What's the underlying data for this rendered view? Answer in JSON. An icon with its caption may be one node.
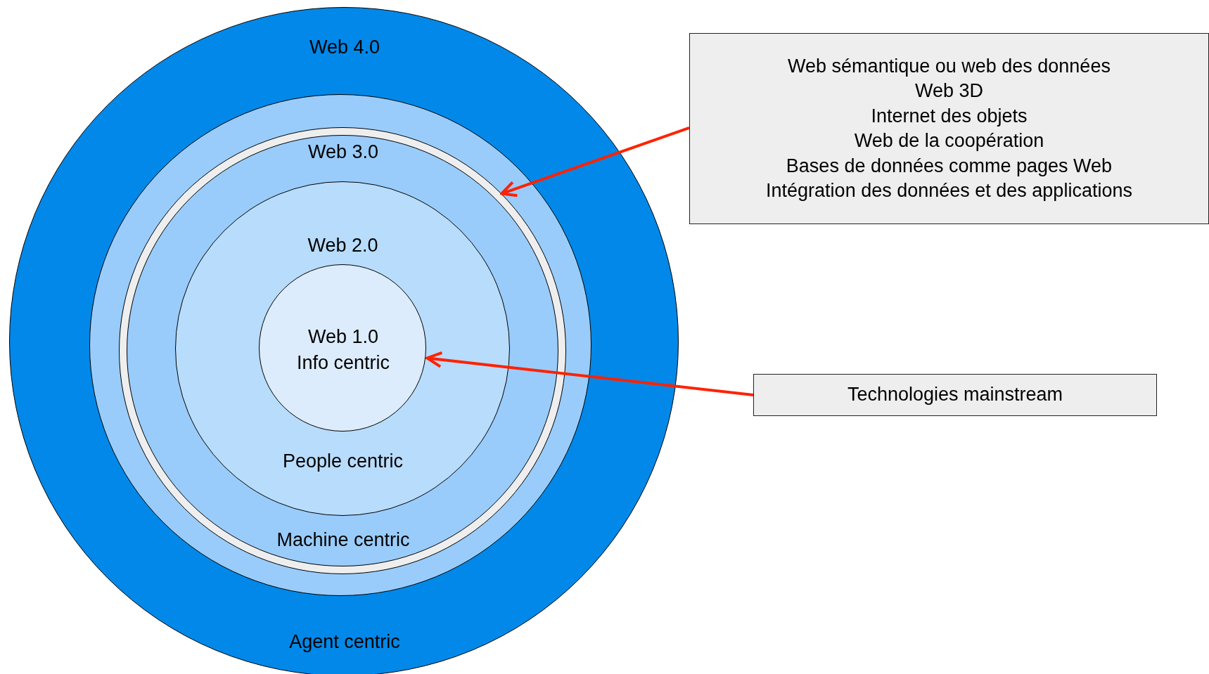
{
  "diagram": {
    "nodes": [
      {
        "text": [
          "Web 4.0",
          "Agent centric"
        ]
      },
      {
        "text": [],
        "shape": "circle",
        "in": 0
      },
      {
        "text": [
          "Web 3.0",
          "Machine centric"
        ],
        "in": 1
      },
      {
        "text": [
          "Web 2.0",
          "People centric"
        ],
        "in": 2
      },
      {
        "text": [
          "Web 1.0",
          "Info centric"
        ],
        "in": 3
      },
      {
        "text": [
          "Web sémantique ou web des données",
          "Web 3D",
          "Internet des objets",
          "Web de la coopération",
          "Bases de données comme pages Web",
          "Intégration des données et des applications"
        ]
      },
      {
        "text": [
          "Technologies mainstream"
        ]
      }
    ],
    "edges": [
      {
        "from": 5,
        "to": 2,
        "arrow": "to",
        "color": "#ff2200"
      },
      {
        "from": 6,
        "to": 4,
        "arrow": "to",
        "color": "#ff2200"
      }
    ]
  }
}
